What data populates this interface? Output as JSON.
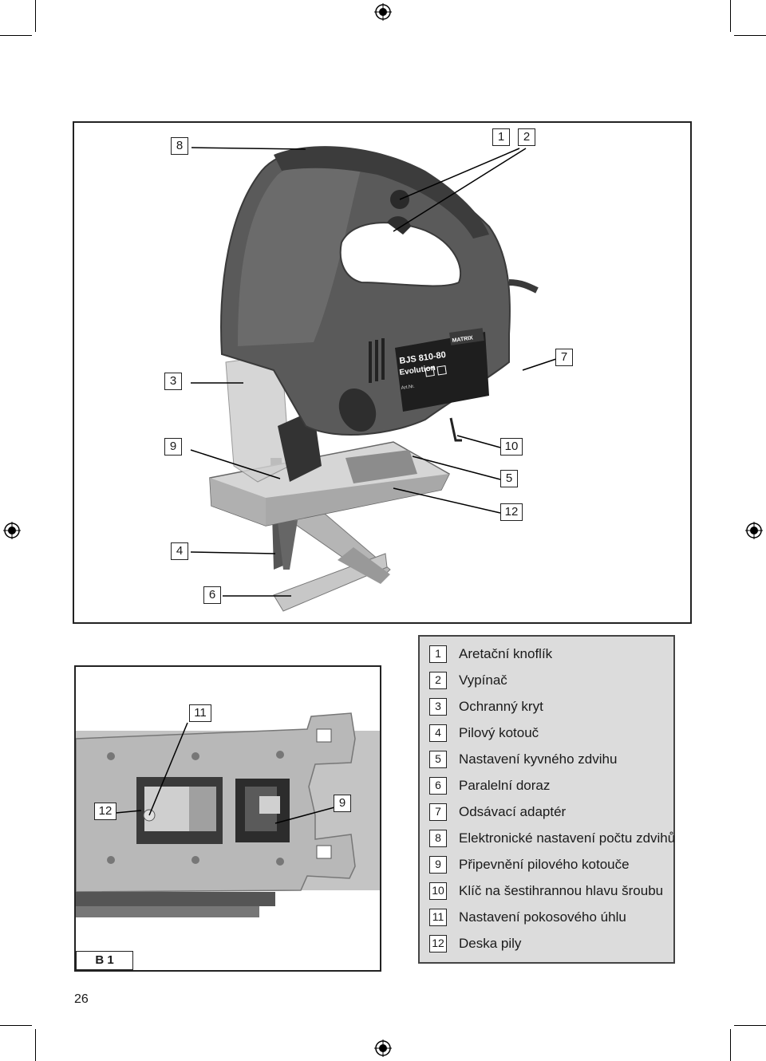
{
  "main_figure": {
    "callouts": [
      "8",
      "1",
      "2",
      "7",
      "3",
      "9",
      "10",
      "5",
      "12",
      "4",
      "6"
    ],
    "product_label": {
      "model": "BJS 810-80",
      "line": "Evolution",
      "brand": "MATRIX",
      "art_label": "Art.Nr."
    }
  },
  "detail_figure": {
    "label": "B 1",
    "callouts": [
      "11",
      "12",
      "9"
    ]
  },
  "legend": [
    {
      "num": "1",
      "text": "Aretační knoflík"
    },
    {
      "num": "2",
      "text": "Vypínač"
    },
    {
      "num": "3",
      "text": "Ochranný kryt"
    },
    {
      "num": "4",
      "text": "Pilový kotouč"
    },
    {
      "num": "5",
      "text": "Nastavení kyvného zdvihu"
    },
    {
      "num": "6",
      "text": "Paralelní doraz"
    },
    {
      "num": "7",
      "text": "Odsávací adaptér"
    },
    {
      "num": "8",
      "text": "Elektronické nastavení počtu zdvihů"
    },
    {
      "num": "9",
      "text": "Připevnění pilového kotouče"
    },
    {
      "num": "10",
      "text": "Klíč na šestihrannou hlavu šroubu"
    },
    {
      "num": "11",
      "text": "Nastavení pokosového úhlu"
    },
    {
      "num": "12",
      "text": "Deska pily"
    }
  ],
  "page_number": "26"
}
